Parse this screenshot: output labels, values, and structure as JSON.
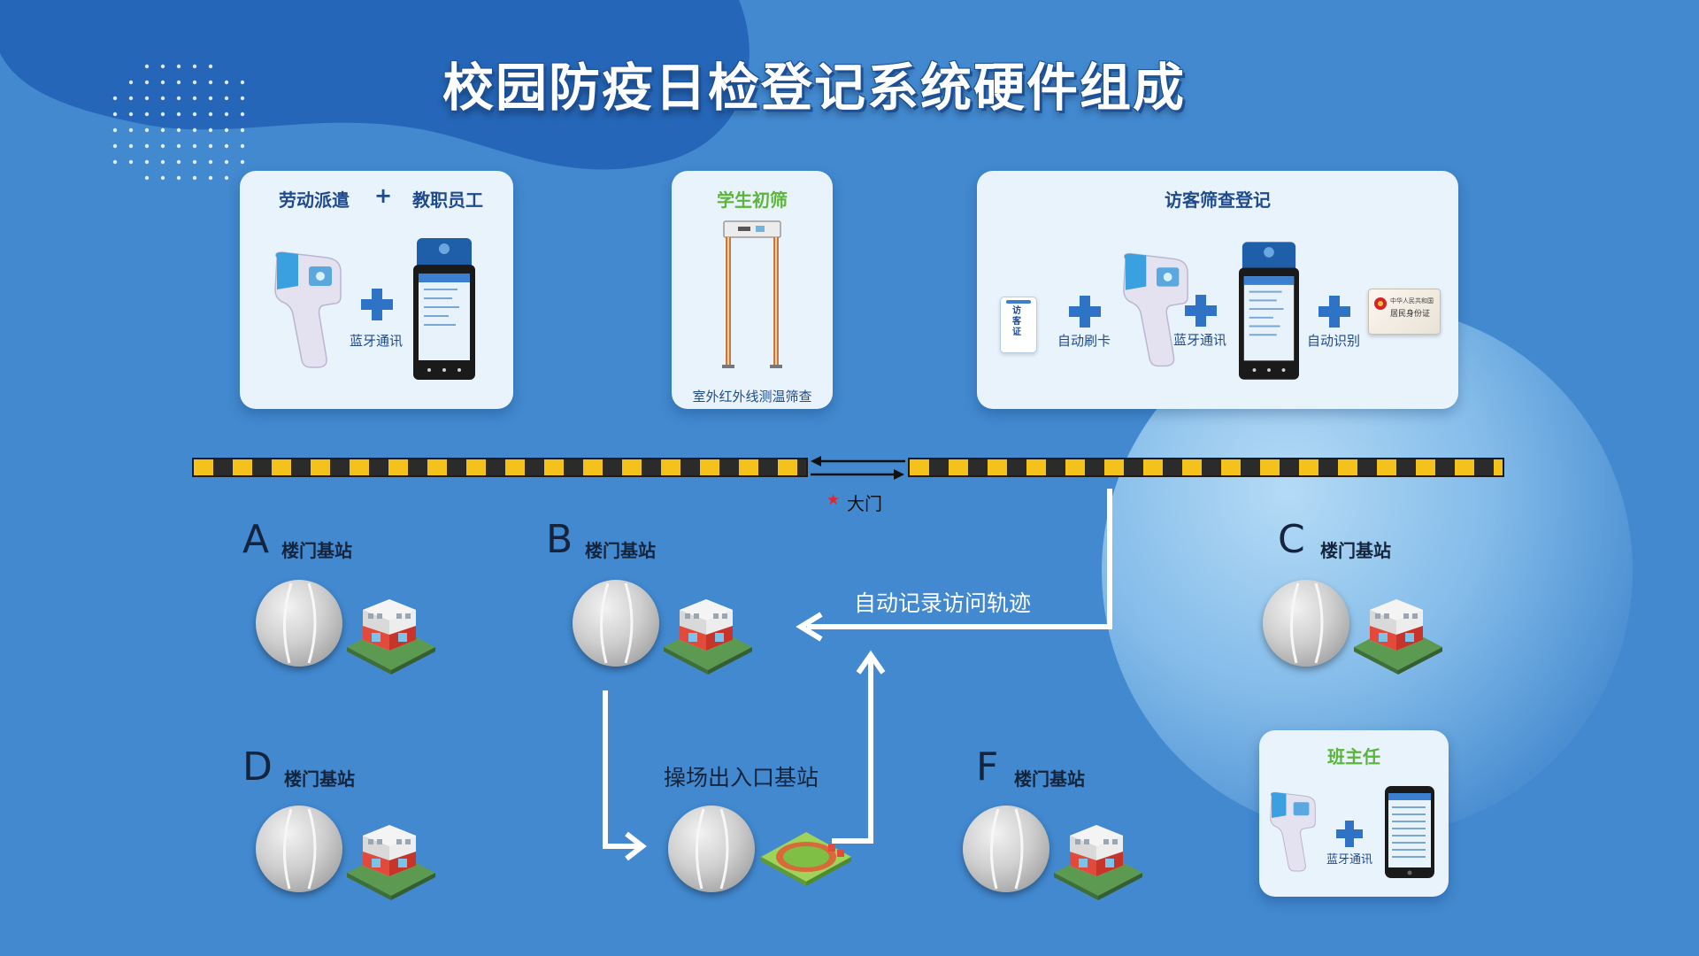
{
  "title": "校园防疫日检登记系统硬件组成",
  "cards": {
    "staff": {
      "left_label": "劳动派遣",
      "plus": "+",
      "right_label": "教职员工",
      "link_label": "蓝牙通讯"
    },
    "student": {
      "title": "学生初筛",
      "caption": "室外红外线测温筛查"
    },
    "visitor": {
      "title": "访客筛查登记",
      "pass_text": "访客证",
      "label_card": "自动刷卡",
      "label_bt": "蓝牙通讯",
      "label_id": "自动识别",
      "id_card_line1": "中华人民共和国",
      "id_card_line2": "居民身份证"
    },
    "teacher": {
      "title": "班主任",
      "link_label": "蓝牙通讯"
    }
  },
  "gate": {
    "label": "大门",
    "star": "★"
  },
  "stations": [
    {
      "letter": "A",
      "label": "楼门基站"
    },
    {
      "letter": "B",
      "label": "楼门基站"
    },
    {
      "letter": "C",
      "label": "楼门基站"
    },
    {
      "letter": "D",
      "label": "楼门基站"
    },
    {
      "letter": "F",
      "label": "楼门基站"
    }
  ],
  "playground": {
    "label": "操场出入口基站"
  },
  "flow": {
    "label": "自动记录访问轨迹"
  },
  "colors": {
    "background": "#4289d0",
    "card": "#e9f3fc",
    "title_blue": "#1f4a8c",
    "accent_green": "#5bb53b",
    "plus_blue": "#2f73c6",
    "barrier_yellow": "#f5c21b"
  }
}
